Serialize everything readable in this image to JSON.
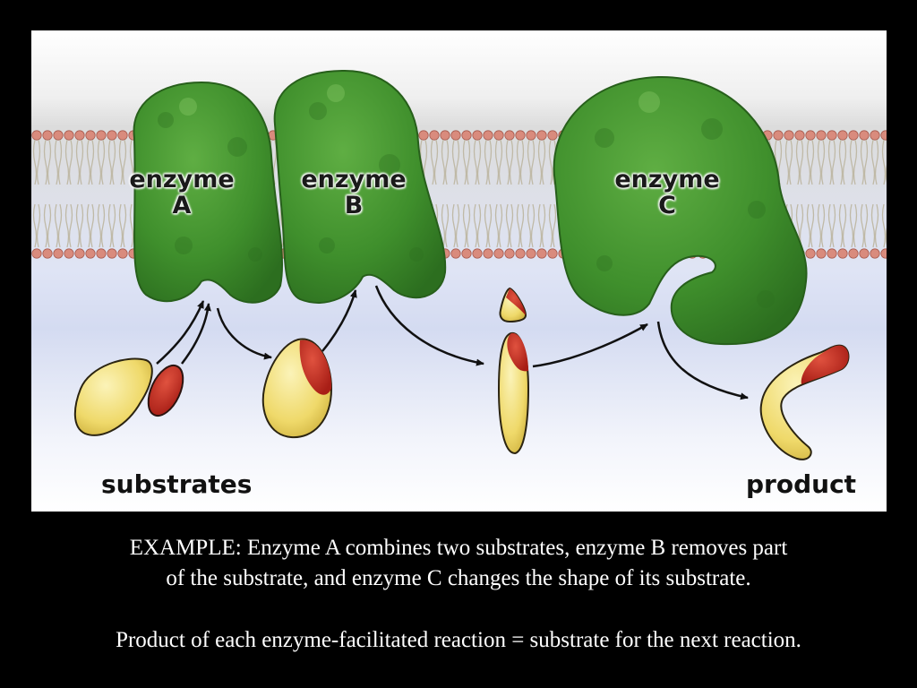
{
  "diagram": {
    "enzymes": [
      {
        "line1": "enzyme",
        "line2": "A"
      },
      {
        "line1": "enzyme",
        "line2": "B"
      },
      {
        "line1": "enzyme",
        "line2": "C"
      }
    ],
    "substrates_label": "substrates",
    "product_label": "product",
    "colors": {
      "enzyme": "#4e9c35",
      "substrate": "#f2df72",
      "substrate_part": "#c4281e",
      "membrane_head": "#d98b7d",
      "cytoplasm": "#d7def3"
    }
  },
  "caption": {
    "line1": "EXAMPLE: Enzyme A combines two substrates, enzyme B removes part",
    "line2": "of the substrate, and enzyme C changes the shape of its substrate.",
    "line3": "Product of each enzyme-facilitated reaction = substrate for the next reaction."
  }
}
